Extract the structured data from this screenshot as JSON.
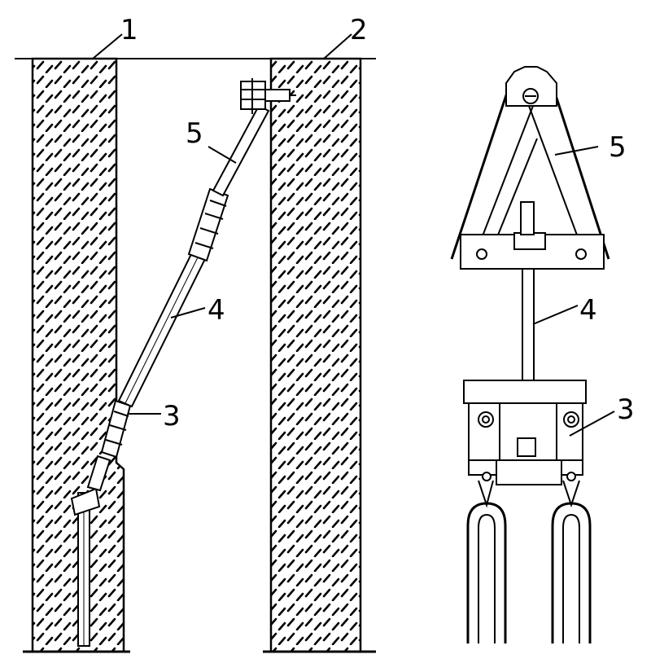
{
  "labels": {
    "wall_left": "1",
    "wall_right": "2",
    "anchor_side": "3",
    "rod_side": "4",
    "bracket_side": "5",
    "bracket_front": "5",
    "rod_front": "4",
    "anchor_front": "3"
  }
}
